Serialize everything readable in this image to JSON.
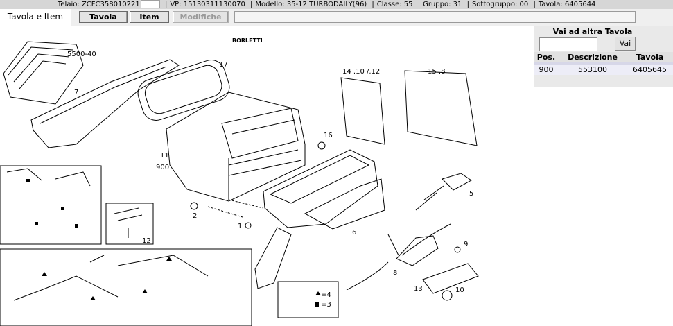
{
  "header": {
    "telaio_label": "Telaio:",
    "telaio_value": "ZCFC358010221",
    "vp": "VP: 15130311130070",
    "modello": "Modello: 35-12 TURBODAILY(96)",
    "classe": "Classe: 55",
    "gruppo": "Gruppo: 31",
    "sottogruppo": "Sottogruppo: 00",
    "tavola": "Tavola: 6405644"
  },
  "tabs": {
    "active": "Tavola e Item",
    "tavola_btn": "Tavola",
    "item_btn": "Item",
    "modifiche_btn": "Modifiche"
  },
  "diagram": {
    "title": "BORLETTI",
    "labels": {
      "l5500_40": "5500-40",
      "l7": "7",
      "l17": "17",
      "l14": "14  .10 /.12",
      "l15": "15  .8",
      "l16": "16",
      "l11": "11",
      "l900": "900",
      "l2": "2",
      "l1": "1",
      "l6": "6",
      "l5": "5",
      "l12": "12",
      "l8": "8",
      "l9": "9",
      "l13": "13",
      "l10": "10",
      "legend_triangle": "=4",
      "legend_square": "=3"
    }
  },
  "panel": {
    "title": "Vai ad altra Tavola",
    "input_value": "",
    "go_button": "Vai",
    "columns": [
      "Pos.",
      "Descrizione",
      "Tavola"
    ],
    "rows": [
      {
        "pos": "900",
        "descrizione": "553100",
        "tavola": "6405645"
      }
    ]
  }
}
